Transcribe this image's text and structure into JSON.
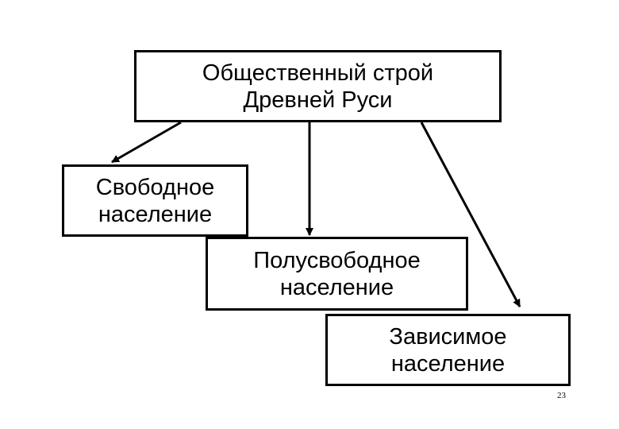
{
  "diagram": {
    "root": {
      "line1": "Общественный строй",
      "line2": "Древней Руси"
    },
    "children": [
      {
        "line1": "Свободное",
        "line2": "население"
      },
      {
        "line1": "Полусвободное",
        "line2": "население"
      },
      {
        "line1": "Зависимое",
        "line2": "население"
      }
    ]
  },
  "slide_number": "23",
  "colors": {
    "stroke": "#000000",
    "background": "#ffffff"
  }
}
